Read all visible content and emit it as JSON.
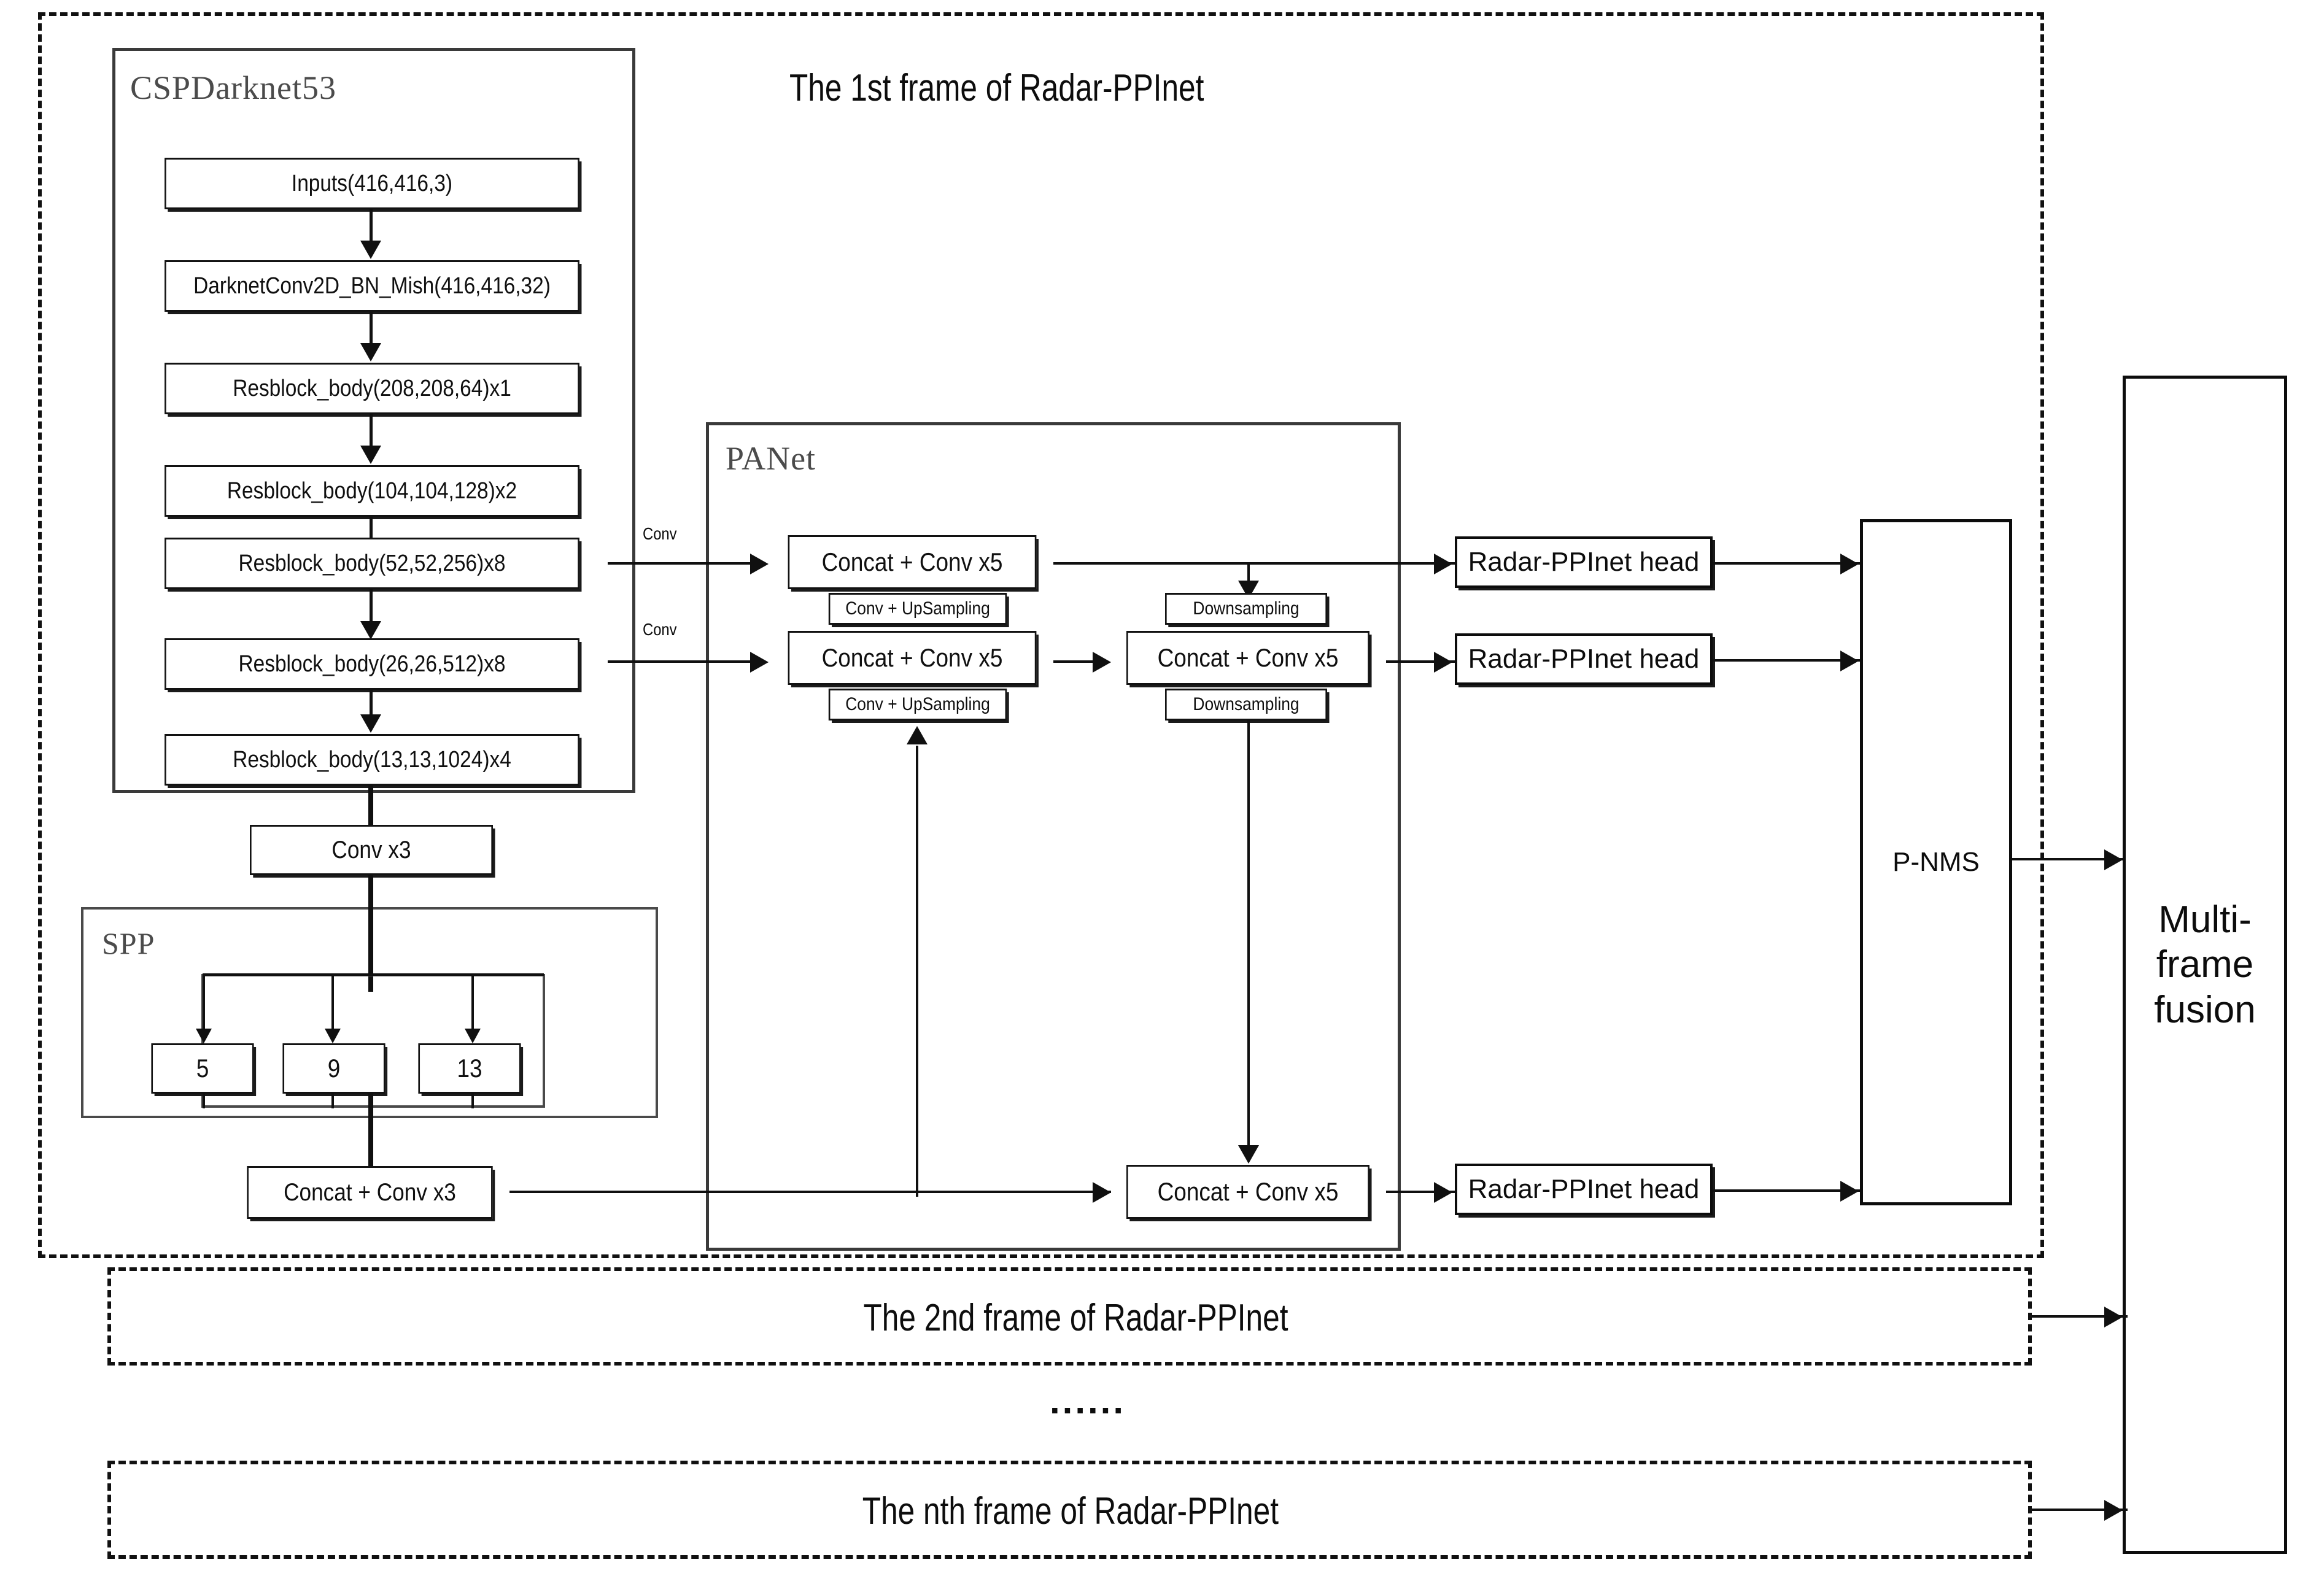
{
  "diagram": {
    "title": "The 1st frame of Radar-PPInet",
    "groups": {
      "backbone_label": "CSPDarknet53",
      "neck_label": "PANet",
      "spp_label": "SPP"
    },
    "backbone_blocks": [
      "Inputs(416,416,3)",
      "DarknetConv2D_BN_Mish(416,416,32)",
      "Resblock_body(208,208,64)x1",
      "Resblock_body(104,104,128)x2",
      "Resblock_body(52,52,256)x8",
      "Resblock_body(26,26,512)x8",
      "Resblock_body(13,13,1024)x4"
    ],
    "conv_x3": "Conv x3",
    "spp_kernels": [
      "5",
      "9",
      "13"
    ],
    "concat_conv_x3": "Concat + Conv x3",
    "conv_edge_labels": [
      "Conv",
      "Conv"
    ],
    "neck_blocks": {
      "concat_top": "Concat + Conv x5",
      "concat_mid": "Concat + Conv x5",
      "concat_bottom": "Concat + Conv x5",
      "concat_right_mid": "Concat + Conv x5",
      "upsample_1": "Conv + UpSampling",
      "upsample_2": "Conv + UpSampling",
      "downsample_1": "Downsampling",
      "downsample_2": "Downsampling"
    },
    "heads": [
      "Radar-PPInet head",
      "Radar-PPInet head",
      "Radar-PPInet head"
    ],
    "pnms": "P-NMS",
    "fusion": "Multi-frame fusion",
    "fusion_lines": [
      "Multi-",
      "frame",
      "fusion"
    ],
    "frames": [
      "The 1st frame of Radar-PPInet",
      "The 2nd frame of Radar-PPInet",
      "The nth frame of Radar-PPInet"
    ],
    "ellipsis": "......",
    "colors": {
      "ink": "#101010",
      "group_border": "#4a4a4a",
      "group_label": "#4b4b4b",
      "background": "#ffffff"
    }
  }
}
